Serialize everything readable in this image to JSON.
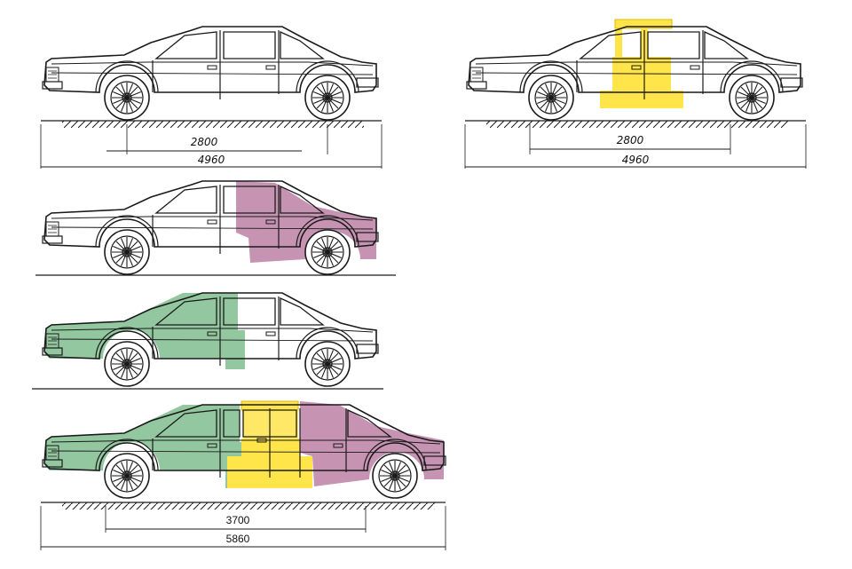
{
  "colors": {
    "ink": "#1a1a1a",
    "front_section": "#6fb47f",
    "middle_insert": "#ffe44a",
    "rear_section": "#a04d7f"
  },
  "original_sedan": {
    "wheelbase_label": "2800",
    "length_label": "4960"
  },
  "sedan_with_insert": {
    "wheelbase_label": "2800",
    "length_label": "4960"
  },
  "limousine": {
    "wheelbase_label": "3700",
    "length_label": "5860"
  }
}
